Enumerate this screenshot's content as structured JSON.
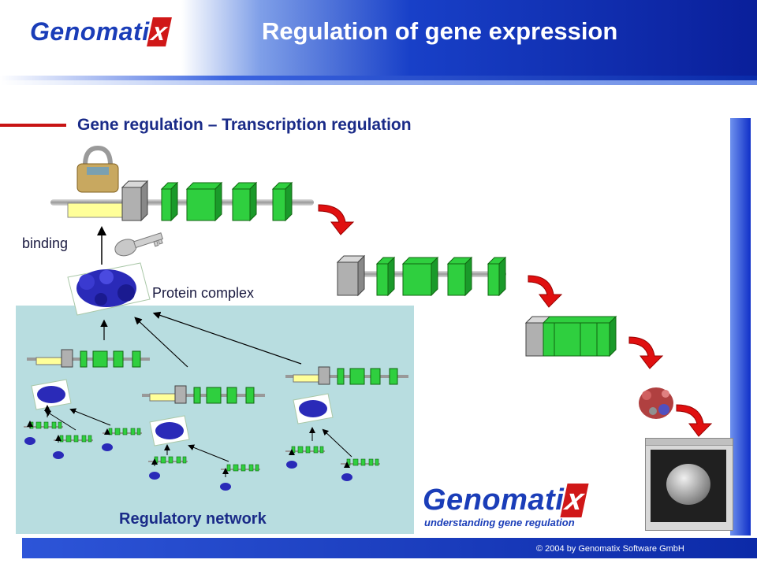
{
  "header": {
    "logo_main": "Genomati",
    "logo_x": "x",
    "title": "Regulation of gene expression"
  },
  "subtitle": "Gene regulation – Transcription regulation",
  "labels": {
    "binding": "binding",
    "protein_complex": "Protein complex",
    "regulatory_network": "Regulatory network"
  },
  "footer": {
    "logo_main": "Genomati",
    "logo_x": "x",
    "tagline": "understanding gene regulation",
    "copyright": "© 2004  by Genomatix Software GmbH"
  },
  "colors": {
    "header_blue": "#0a1f9a",
    "exon_green": "#2fcf3f",
    "promoter_gray": "#b0b0b0",
    "arrow_red": "#e01010",
    "network_bg": "#b8dde0"
  },
  "icons": [
    "padlock-icon",
    "key-icon",
    "protein-blob-icon",
    "protein-structure-icon",
    "embryo-image-icon"
  ]
}
